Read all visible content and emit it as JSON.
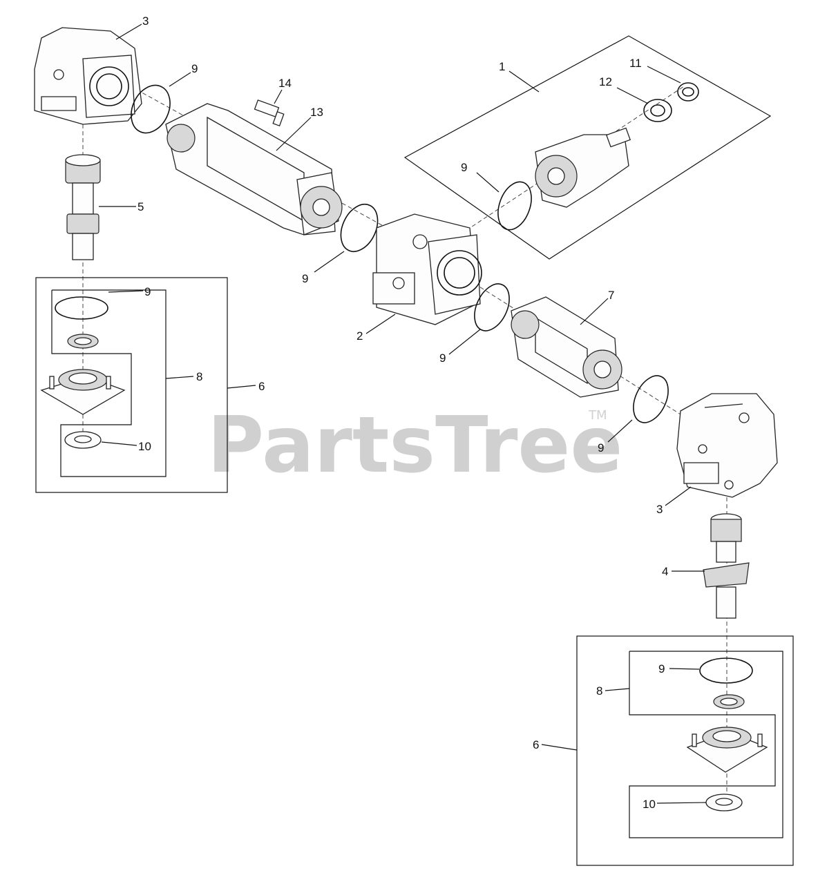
{
  "watermark": {
    "text": "PartsTree",
    "tm": "TM"
  },
  "callouts": {
    "c1": "1",
    "c2": "2",
    "c3a": "3",
    "c3b": "3",
    "c4": "4",
    "c5": "5",
    "c6a": "6",
    "c6b": "6",
    "c7": "7",
    "c8a": "8",
    "c8b": "8",
    "c9a": "9",
    "c9b": "9",
    "c9c": "9",
    "c9d": "9",
    "c9e": "9",
    "c9f": "9",
    "c9g": "9",
    "c10a": "10",
    "c10b": "10",
    "c11": "11",
    "c12": "12",
    "c13": "13",
    "c14": "14"
  }
}
